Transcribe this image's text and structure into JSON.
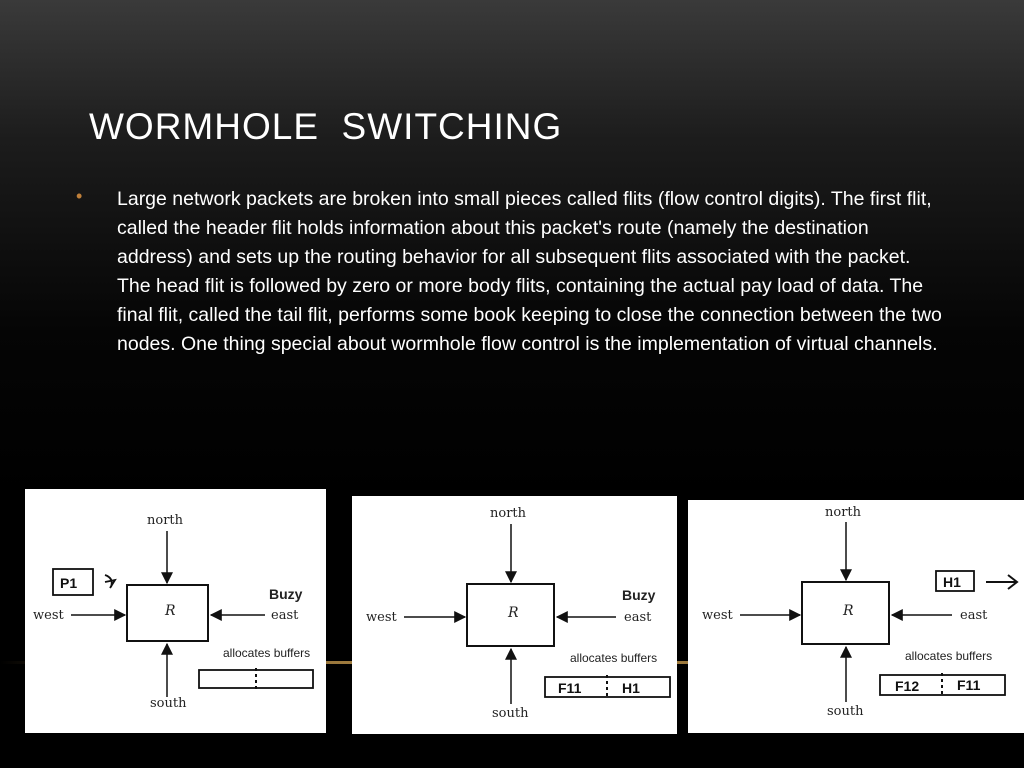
{
  "slide": {
    "title": "WORMHOLE  SWITCHING",
    "bullet_text": "Large network packets are broken into small pieces called flits (flow control digits). The first flit, called the header flit holds information about this packet's route (namely the destination address) and sets up the routing behavior for all subsequent flits associated with the packet. The head flit is followed by zero or more body flits, containing the actual pay load of data. The final flit, called the tail flit, performs some book keeping to close the connection between the two nodes. One thing special about wormhole flow control is the implementation of virtual channels.",
    "colors": {
      "title": "#ffffff",
      "bullet": "#c0803a",
      "accent_line": "#e0b060"
    }
  },
  "diagrams": [
    {
      "north": "north",
      "south": "south",
      "west": "west",
      "east": "east",
      "router": "R",
      "status": "Buzy",
      "buffer_caption": "allocates buffers",
      "packet": "P1",
      "buffer_slots": [
        "",
        ""
      ]
    },
    {
      "north": "north",
      "south": "south",
      "west": "west",
      "east": "east",
      "router": "R",
      "status": "Buzy",
      "buffer_caption": "allocates buffers",
      "buffer_slots": [
        "F11",
        "H1"
      ]
    },
    {
      "north": "north",
      "south": "south",
      "west": "west",
      "east": "east",
      "router": "R",
      "buffer_caption": "allocates buffers",
      "packet": "H1",
      "buffer_slots": [
        "F12",
        "F11"
      ]
    }
  ]
}
